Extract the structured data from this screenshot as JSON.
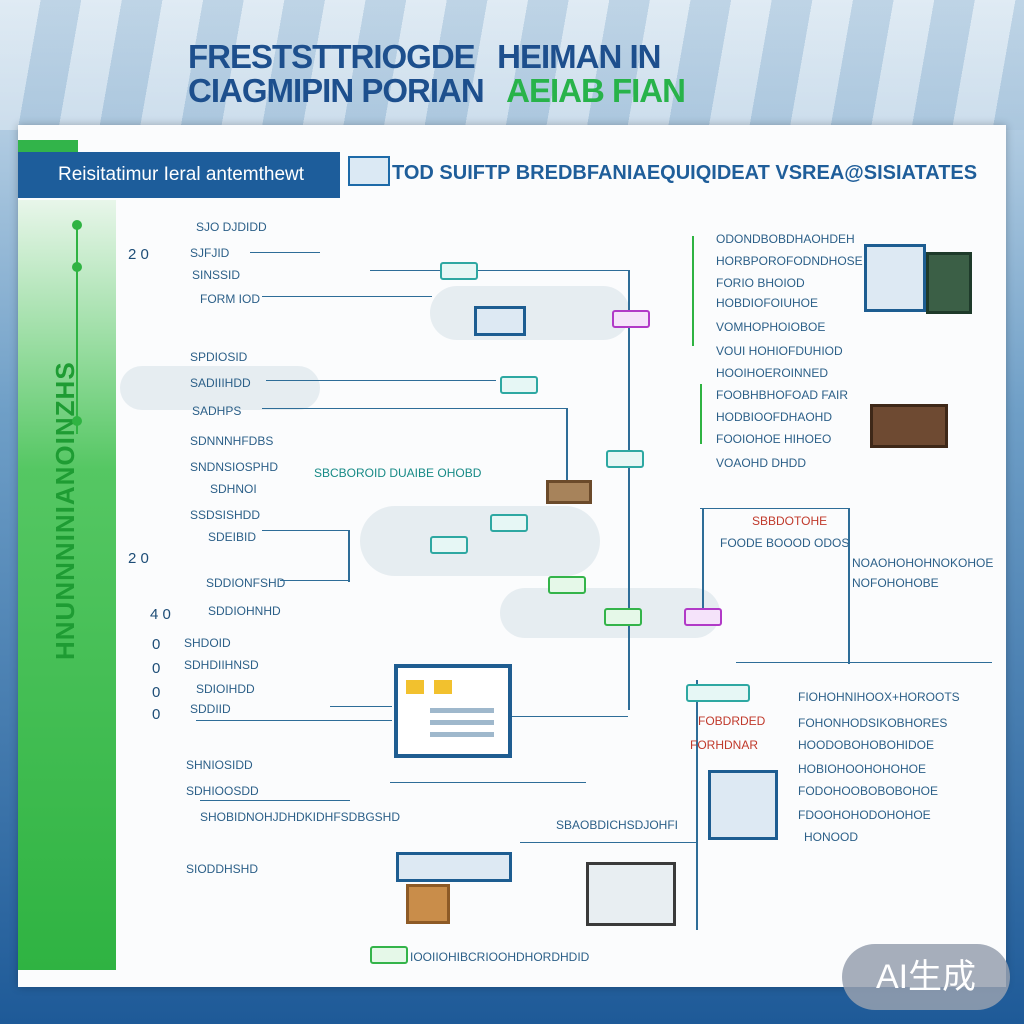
{
  "header": {
    "title_line1": "FRESTSTTRIOGDE",
    "title_line1b": "HEIMAN IN",
    "title_line2": "CIAGMIPIN PORIAN",
    "title_line2b": "AEIAB FIAN",
    "banner": "Reisitatimur Ieral antemthewt",
    "subtitle": "TOD SUIFTP BREDBFANIAEQUIQIDEAT VSREA@SISIATATES"
  },
  "left_sidebar": {
    "vertical_text": "HNUNNNINIANOINZHS"
  },
  "left_labels": [
    "SJO DJDIDD",
    "SJFJID",
    "SINSSID",
    "FORM IOD",
    "SPDIOSID",
    "SADIIIHDD",
    "SADHPS",
    "SDNNNHFDBS",
    "SNDNSIOSPHD",
    "SDHNOI",
    "SSDSISHDD",
    "SDEIBID",
    "SDDIONFSHD",
    "SDDIOHNHD",
    "SHDOID",
    "SDHDIIHNSD",
    "SDIOIHDD",
    "SDDIID",
    "SHNIOSIDD",
    "SDHIOOSDD",
    "SIODDHSHD"
  ],
  "left_numbers": [
    "2 0",
    "2 0",
    "4 0",
    "0",
    "0",
    "0",
    "0"
  ],
  "center_labels": {
    "mid_caption": "SBCBOROID DUAIBE OHOBD",
    "note1": "SBAOBDICHSDJOHFI",
    "note2": "SHOBIDNOHJDHDKIDHFSDBGSHD"
  },
  "right_top_labels": [
    "ODONDBOBDHAOHDEH",
    "HORBPOROFODNDHOSE",
    "FORIO BHOIOD",
    "HOBDIOFOIUHOE",
    "VOMHOPHOIOBOE",
    "VOUI HOHIOFDUHIOD",
    "HOOIHOEROINNED",
    "FOOBHBHOFOAD FAIR",
    "HODBIOOFDHAOHD",
    "FOOIOHOE HIHOEO",
    "VOAOHD DHDD"
  ],
  "right_mid_labels": {
    "red_title": "SBBDOTOHE",
    "line1": "FOODE BOOOD ODOS",
    "items": [
      "NOAOHOHOHNOKOHOE",
      "NOFOHOHOBE"
    ]
  },
  "right_bottom_labels": {
    "red1": "FOBDRDED",
    "red2": "FORHDNAR",
    "items": [
      "FIOHOHNIHOOX+HOROOTS",
      "FOHONHODSIKOBHORES",
      "HOODOBOHOBOHIDOE",
      "HOBIOHOOHOHOHOE",
      "FODOHOOBOBOBOHOE",
      "FDOOHOHODOHOHOE",
      "HONOOD"
    ]
  },
  "bottom_caption": "IOOIIOHIBCRIOOHDHORDHDID",
  "badge": "AI生成",
  "colors": {
    "primary_blue": "#1d5d9b",
    "accent_green": "#2fb342",
    "node_teal": "#2ea8a2",
    "node_purple": "#b13ac7",
    "label_red": "#c0392b"
  }
}
